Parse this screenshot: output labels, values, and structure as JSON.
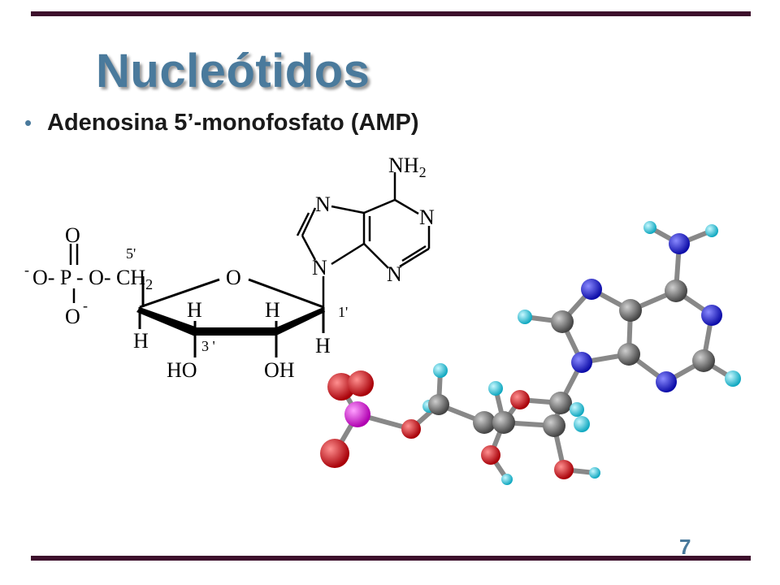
{
  "slide": {
    "title": "Nucleótidos",
    "bullet": "Adenosina 5’-monofosfato (AMP)",
    "page_number": "7"
  },
  "structure_labels": {
    "nh2_n": "NH",
    "nh2_sub": "2",
    "n1": "N",
    "n2": "N",
    "n3": "N",
    "n4": "N",
    "o_top": "O",
    "phosphate_chain": "O-  P  - O-  CH",
    "ch2_sub": "2",
    "charge_left": "-",
    "o_bottom": "O",
    "charge_bottom": "-",
    "pos_5": "5'",
    "ring_o": "O",
    "h_left": "H",
    "h_mid1": "H",
    "h_mid2": "H",
    "h_right": "H",
    "pos_1": "1'",
    "pos_3": "3 '",
    "ho": "HO",
    "oh": "OH"
  },
  "colors": {
    "title": "#4a7a9c",
    "rule": "#3d0f2c",
    "carbon": "#666666",
    "nitrogen": "#1a1ae6",
    "oxygen": "#e0121a",
    "hydrogen": "#2ad4e8",
    "phosphorus": "#e61ae6"
  }
}
